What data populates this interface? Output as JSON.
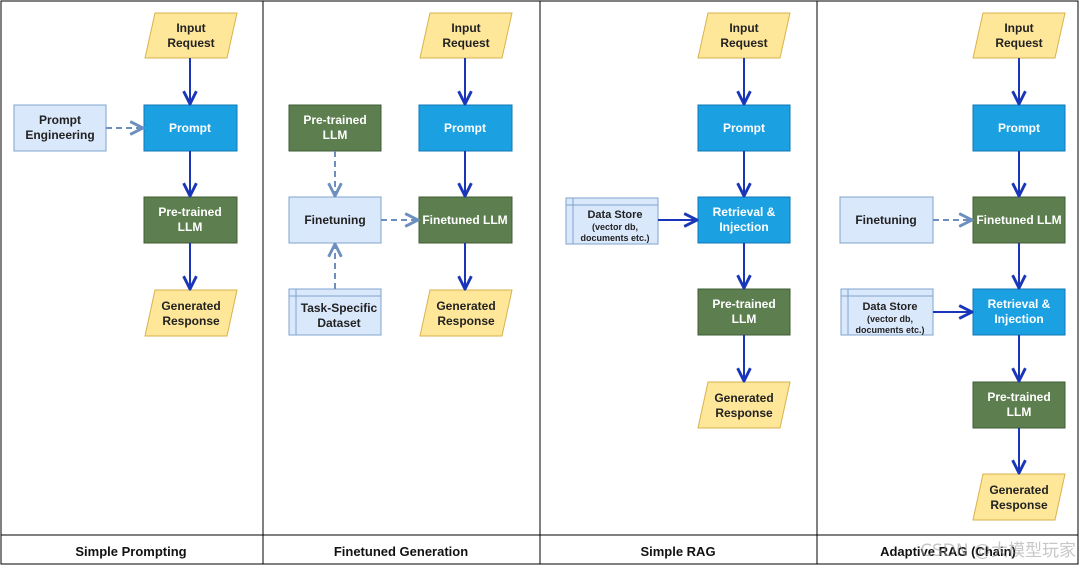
{
  "colors": {
    "io_fill": "#ffe79a",
    "io_stroke": "#d9b24c",
    "prompt_fill": "#1ba1e2",
    "prompt_stroke": "#1277b5",
    "llm_fill": "#5d7f4f",
    "llm_stroke": "#3f5c35",
    "aux_fill": "#dae8fc",
    "aux_stroke": "#7ea3cc",
    "arrow_solid": "#1a36b8",
    "arrow_dashed": "#6d8fbf",
    "divider": "#000000"
  },
  "panels": [
    {
      "id": "simple-prompting",
      "caption": "Simple Prompting",
      "input": [
        "Input",
        "Request"
      ],
      "aux": [
        "Prompt",
        "Engineering"
      ],
      "prompt": [
        "Prompt"
      ],
      "llm": [
        "Pre-trained",
        "LLM"
      ],
      "output": [
        "Generated",
        "Response"
      ]
    },
    {
      "id": "finetuned-generation",
      "caption": "Finetuned Generation",
      "input": [
        "Input",
        "Request"
      ],
      "pretrained": [
        "Pre-trained",
        "LLM"
      ],
      "finetuning": [
        "Finetuning"
      ],
      "dataset": [
        "Task-Specific",
        "Dataset"
      ],
      "prompt": [
        "Prompt"
      ],
      "llm": [
        "Finetuned LLM"
      ],
      "output": [
        "Generated",
        "Response"
      ]
    },
    {
      "id": "simple-rag",
      "caption": "Simple RAG",
      "input": [
        "Input",
        "Request"
      ],
      "datastore": [
        "Data Store",
        "(vector db,",
        "documents etc.)"
      ],
      "prompt": [
        "Prompt"
      ],
      "retrieval": [
        "Retrieval &",
        "Injection"
      ],
      "llm": [
        "Pre-trained",
        "LLM"
      ],
      "output": [
        "Generated",
        "Response"
      ]
    },
    {
      "id": "adaptive-rag",
      "caption": "Adaptive RAG (Chain)",
      "input": [
        "Input",
        "Request"
      ],
      "finetuning": [
        "Finetuning"
      ],
      "datastore": [
        "Data Store",
        "(vector db,",
        "documents etc.)"
      ],
      "prompt": [
        "Prompt"
      ],
      "finetuned": [
        "Finetuned LLM"
      ],
      "retrieval": [
        "Retrieval &",
        "Injection"
      ],
      "llm": [
        "Pre-trained",
        "LLM"
      ],
      "output": [
        "Generated",
        "Response"
      ]
    }
  ],
  "watermark": "CSDN @大模型玩家"
}
